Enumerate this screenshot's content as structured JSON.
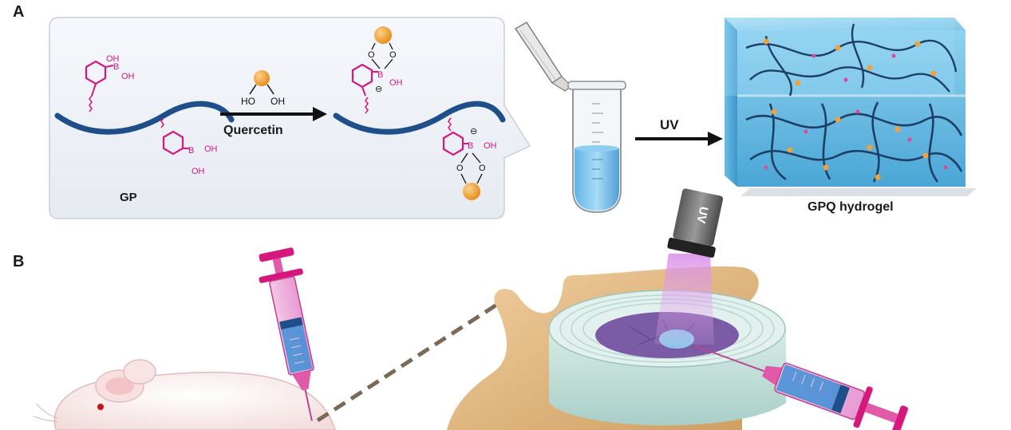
{
  "panel_a": {
    "label": "A",
    "reactant_label": "GP",
    "reagent_label": "Quercetin",
    "reagent_ho_left": "HO",
    "reagent_ho_right": "OH",
    "oh_label": "OH",
    "b_label": "B",
    "o_label": "O",
    "minus_sign": "⊖",
    "uv_arrow_label": "UV",
    "product_label": "GPQ hydrogel"
  },
  "panel_b": {
    "label": "B",
    "uv_lamp_label": "UV"
  },
  "colors": {
    "polymer": "#1f4f8a",
    "boronic": "#d6187e",
    "quercetin": "#f2a23a",
    "hydrogel": "#7ec8ec",
    "uv_light": "#c86ad8",
    "nucleus": "#7b5aa6",
    "bone": "#e2b987"
  }
}
